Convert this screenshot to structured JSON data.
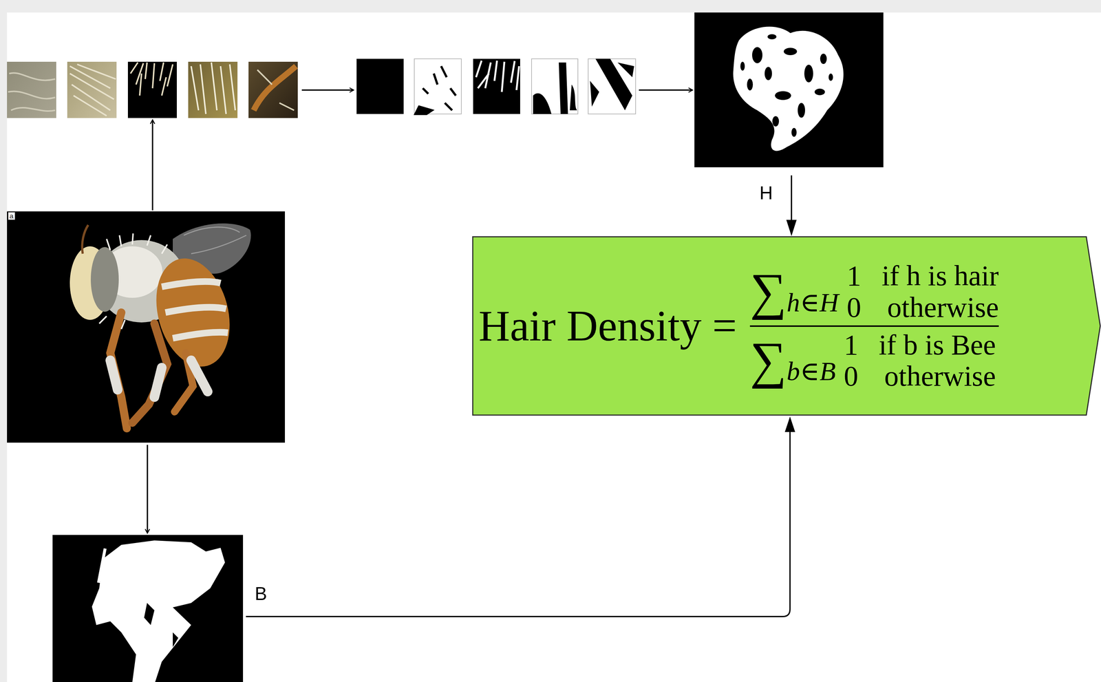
{
  "diagram": {
    "nodes": [
      {
        "text": [
          "Hair Density =",
          "∑",
          "h∈H",
          "1",
          "if h is hair",
          "0",
          "otherwise",
          "∑",
          "b∈B",
          "1",
          "if b is Bee",
          "0",
          "otherwise"
        ]
      }
    ],
    "labels": [
      "a",
      "H",
      "B"
    ]
  }
}
